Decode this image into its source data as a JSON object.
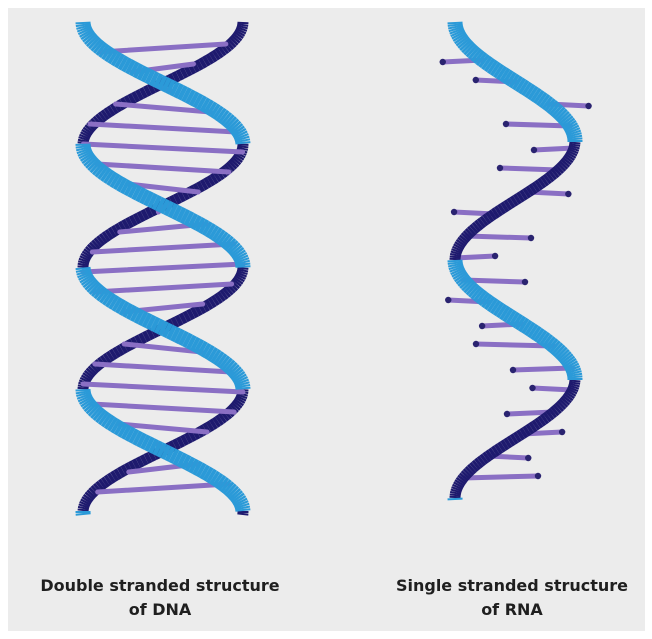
{
  "colors": {
    "background": "#ececec",
    "strand_light": "#2b9ad8",
    "strand_dark": "#1e1a6e",
    "base_pair": "#8a6fc4",
    "base_end": "#2a2370"
  },
  "dna": {
    "caption_line1": "Double stranded structure",
    "caption_line2": "of DNA"
  },
  "rna": {
    "caption_line1": "Single stranded structure",
    "caption_line2": "of RNA"
  }
}
